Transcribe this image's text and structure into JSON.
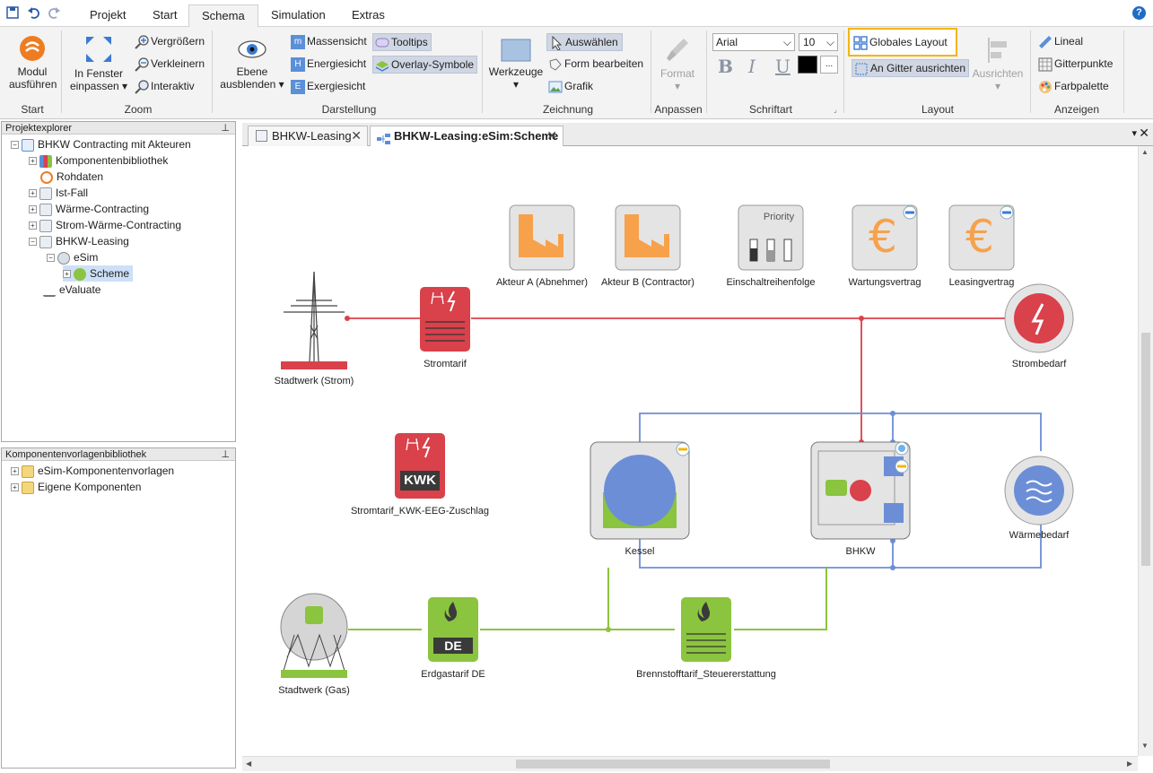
{
  "menu": {
    "tabs": [
      "Projekt",
      "Start",
      "Schema",
      "Simulation",
      "Extras"
    ],
    "active": "Schema",
    "help": "?"
  },
  "ribbon": {
    "start": {
      "run_line1": "Modul",
      "run_line2": "ausführen",
      "label": "Start"
    },
    "zoom": {
      "fit_line1": "In Fenster",
      "fit_line2": "einpassen",
      "zoom_in": "Vergrößern",
      "zoom_out": "Verkleinern",
      "interactive": "Interaktiv",
      "label": "Zoom"
    },
    "darstellung": {
      "layer_line1": "Ebene",
      "layer_line2": "ausblenden",
      "mass": "Massensicht",
      "energy": "Energiesicht",
      "exergy": "Exergiesicht",
      "tooltips": "Tooltips",
      "overlay": "Overlay-Symbole",
      "label": "Darstellung"
    },
    "zeichnung": {
      "tools": "Werkzeuge",
      "select": "Auswählen",
      "edit_shape": "Form bearbeiten",
      "graphic": "Grafik",
      "label": "Zeichnung"
    },
    "anpassen": {
      "format": "Format",
      "label": "Anpassen"
    },
    "schriftart": {
      "font": "Arial",
      "size": "10",
      "bold": "B",
      "italic": "I",
      "underline": "U",
      "more": "...",
      "label": "Schriftart"
    },
    "layout": {
      "global": "Globales Layout",
      "grid": "An Gitter ausrichten",
      "align": "Ausrichten",
      "label": "Layout"
    },
    "anzeigen": {
      "ruler": "Lineal",
      "gridpoints": "Gitterpunkte",
      "palette": "Farbpalette",
      "label": "Anzeigen"
    }
  },
  "project_explorer": {
    "title": "Projektexplorer",
    "items": [
      "BHKW Contracting mit Akteuren",
      "Komponentenbibliothek",
      "Rohdaten",
      "Ist-Fall",
      "Wärme-Contracting",
      "Strom-Wärme-Contracting",
      "BHKW-Leasing",
      "eSim",
      "Scheme",
      "eValuate"
    ]
  },
  "library": {
    "title": "Komponentenvorlagenbibliothek",
    "items": [
      "eSim-Komponentenvorlagen",
      "Eigene Komponenten"
    ]
  },
  "doc_tabs": [
    "BHKW-Leasing",
    "BHKW-Leasing:eSim:Scheme"
  ],
  "scheme": {
    "akteur_a": "Akteur A (Abnehmer)",
    "akteur_b": "Akteur B (Contractor)",
    "einschalt": "Einschaltreihenfolge",
    "priority": "Priority",
    "wartung": "Wartungsvertrag",
    "leasing": "Leasingvertrag",
    "stadtwerk_strom": "Stadtwerk (Strom)",
    "stromtarif": "Stromtarif",
    "strombedarf": "Strombedarf",
    "kwk_tarif": "Stromtarif_KWK-EEG-Zuschlag",
    "kwk": "KWK",
    "kessel": "Kessel",
    "bhkw": "BHKW",
    "waermebedarf": "Wärmebedarf",
    "stadtwerk_gas": "Stadtwerk (Gas)",
    "erdgastarif": "Erdgastarif DE",
    "de": "DE",
    "brennstoff": "Brennstofftarif_Steuererstattung",
    "euro": "€"
  },
  "colors": {
    "electric": "#d9414b",
    "heat": "#6c8ed6",
    "gas": "#8bc43f",
    "actor": "#f7a14b",
    "highlight": "#f3b50f"
  }
}
